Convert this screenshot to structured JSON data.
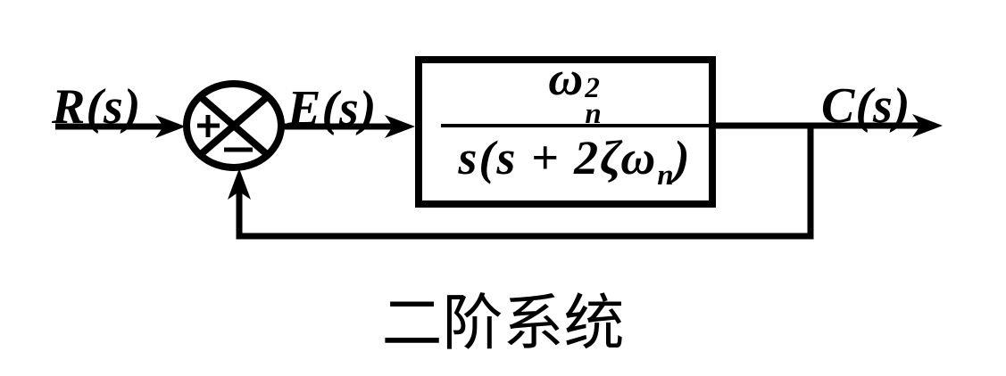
{
  "diagram": {
    "title": "second-order system feedback block diagram",
    "background_color": "#ffffff",
    "line_color": "#000000",
    "input_label": "R(s)",
    "error_label": "E(s)",
    "output_label": "C(s)",
    "summing_junction": {
      "shape": "circle-with-cross",
      "left_sign": "+",
      "bottom_sign": "−"
    },
    "block": {
      "numerator_base": "ω",
      "numerator_sup": "2",
      "numerator_sub": "n",
      "denominator_pre": "s(s + 2ζω",
      "denominator_sub": "n",
      "denominator_post": ")"
    },
    "feedback": "unity negative feedback from output takeoff to summing junction",
    "caption": "二阶系统"
  }
}
